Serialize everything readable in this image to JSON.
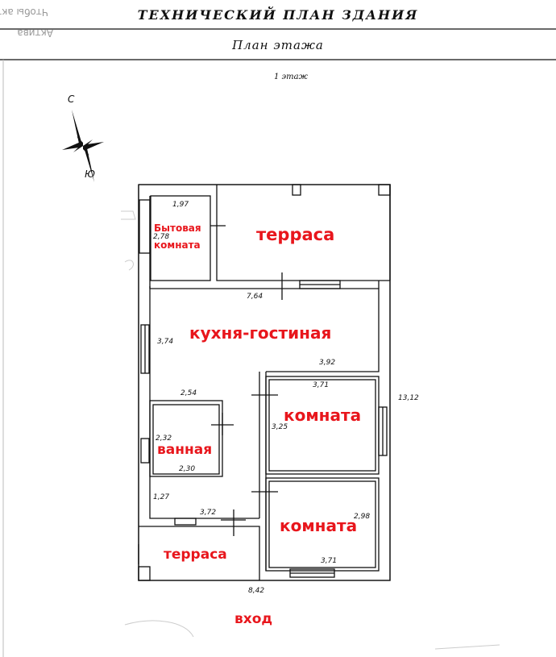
{
  "header": {
    "title": "ТЕХНИЧЕСКИЙ ПЛАН ЗДАНИЯ",
    "subtitle": "План этажа",
    "floor": "1 этаж",
    "corner_text_1": "Чтобы акт",
    "corner_text_2": "Актива"
  },
  "compass": {
    "north": "С",
    "south": "Ю"
  },
  "rooms": {
    "utility_line1": "Бытовая",
    "utility_line2": "комната",
    "terrace_top": "терраса",
    "kitchen": "кухня-гостиная",
    "bathroom": "ванная",
    "room1": "комната",
    "room2": "комната",
    "terrace_bottom": "терраса",
    "entrance": "вход"
  },
  "dimensions": {
    "d197": "1,97",
    "d278": "2,78",
    "d764": "7,64",
    "d374": "3,74",
    "d392": "3,92",
    "d371a": "3,71",
    "d1312": "13,12",
    "d254": "2,54",
    "d325": "3,25",
    "d232": "2,32",
    "d230": "2,30",
    "d127": "1,27",
    "d372": "3,72",
    "d298": "2,98",
    "d371b": "3,71",
    "d842": "8,42"
  },
  "colors": {
    "label_red": "#e8161c",
    "line": "#111111"
  }
}
